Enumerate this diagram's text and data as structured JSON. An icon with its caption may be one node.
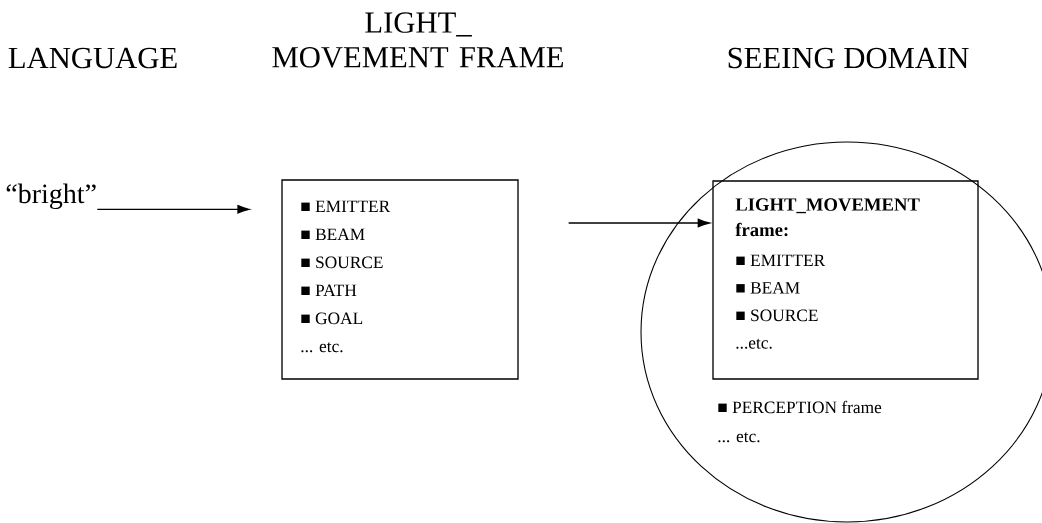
{
  "diagram": {
    "nodes": [
      {
        "text": [
          "“bright”"
        ]
      },
      {
        "text": [
          "■ EMITTER",
          "■ BEAM",
          "■ SOURCE",
          "■ PATH",
          "■ GOAL",
          "... etc."
        ]
      },
      {
        "text": [
          "■ PERCEPTION frame",
          "... etc."
        ]
      },
      {
        "text": [
          "LIGHT_MOVEMENT frame:",
          "■ EMITTER",
          "■ BEAM",
          "■ SOURCE",
          "...etc."
        ],
        "in": 2
      }
    ],
    "edges": [
      {
        "from": 0,
        "to": 1,
        "arrow": "to"
      },
      {
        "from": 1,
        "to": 3,
        "arrow": "to"
      }
    ],
    "labels": [
      "LANGUAGE",
      "LIGHT_ MOVEMENT FRAME",
      "SEEING DOMAIN"
    ]
  }
}
